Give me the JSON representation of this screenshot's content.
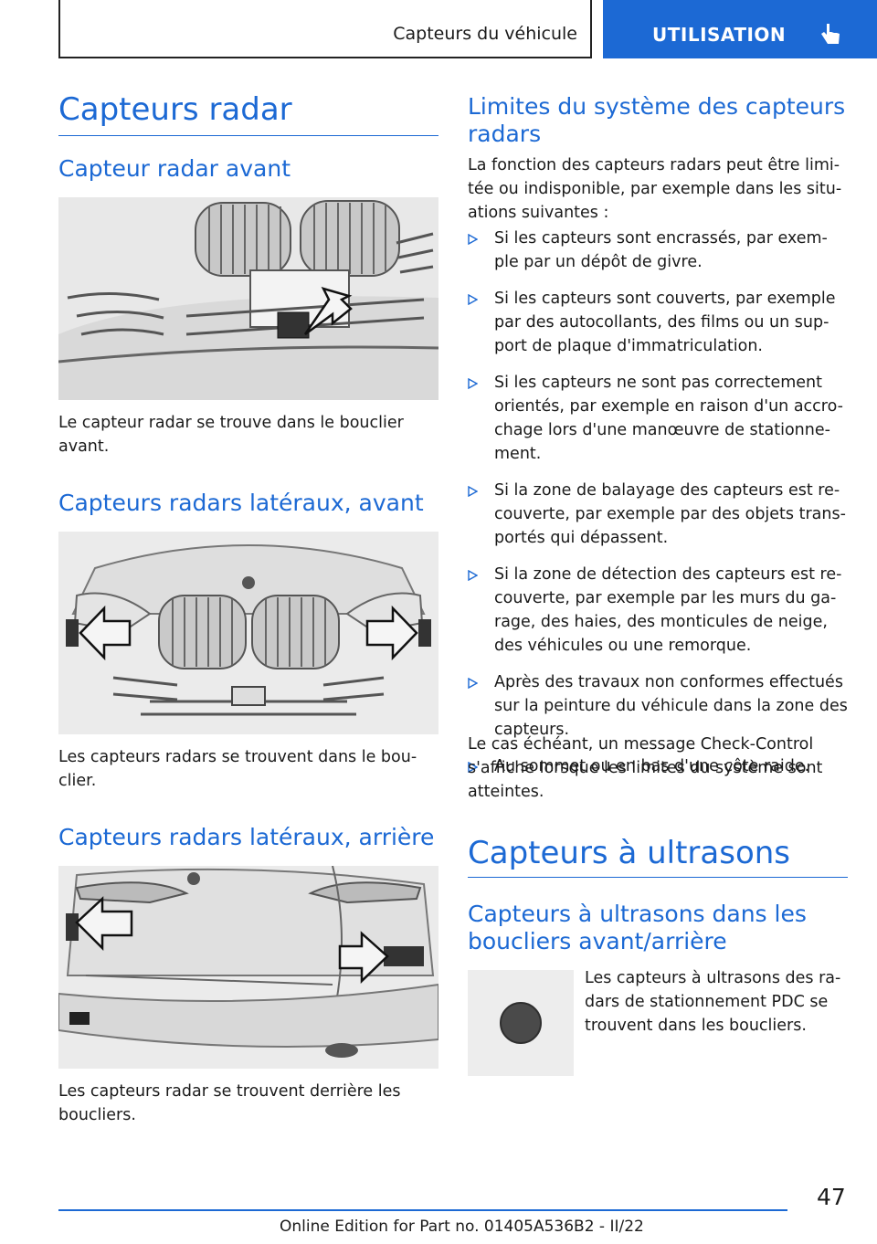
{
  "header": {
    "section": "Capteurs du véhicule",
    "chapter": "UTILISATION",
    "chapter_icon": "pointing-hand-icon",
    "accent": "#1c69d4"
  },
  "left": {
    "title": "Capteurs radar",
    "s1": {
      "heading": "Capteur radar avant",
      "caption": "Le capteur radar se trouve dans le bouclier avant."
    },
    "s2": {
      "heading": "Capteurs radars latéraux, avant",
      "caption": "Les capteurs radars se trouvent dans le bou-clier."
    },
    "s3": {
      "heading": "Capteurs radars latéraux, arrière",
      "caption": "Les capteurs radar se trouvent derrière les boucliers."
    }
  },
  "right": {
    "limits_heading": "Limites du système des capteurs radars",
    "limits_intro": "La fonction des capteurs radars peut être limi-tée ou indisponible, par exemple dans les situ-ations suivantes :",
    "bullets": [
      "Si les capteurs sont encrassés, par exem-ple par un dépôt de givre.",
      "Si les capteurs sont couverts, par exemple par des autocollants, des films ou un sup-port de plaque d'immatriculation.",
      "Si les capteurs ne sont pas correctement orientés, par exemple en raison d'un accro-chage lors d'une manœuvre de stationne-ment.",
      "Si la zone de balayage des capteurs est re-couverte, par exemple par des objets trans-portés qui dépassent.",
      "Si la zone de détection des capteurs est re-couverte, par exemple par les murs du ga-rage, des haies, des monticules de neige, des véhicules ou une remorque.",
      "Après des travaux non conformes effectués sur la peinture du véhicule dans la zone des capteurs.",
      "Au sommet ou en bas d'une côte raide."
    ],
    "limits_outro": "Le cas échéant, un message Check-Control s'affiche lorsque les limites du système sont atteintes.",
    "ultra_title": "Capteurs à ultrasons",
    "ultra_heading": "Capteurs à ultrasons dans les boucliers avant/arrière",
    "ultra_text": "Les capteurs à ultrasons des ra-dars de stationnement PDC se trouvent dans les boucliers."
  },
  "footer": {
    "page_number": "47",
    "edition": "Online Edition for Part no. 01405A536B2 - II/22"
  }
}
